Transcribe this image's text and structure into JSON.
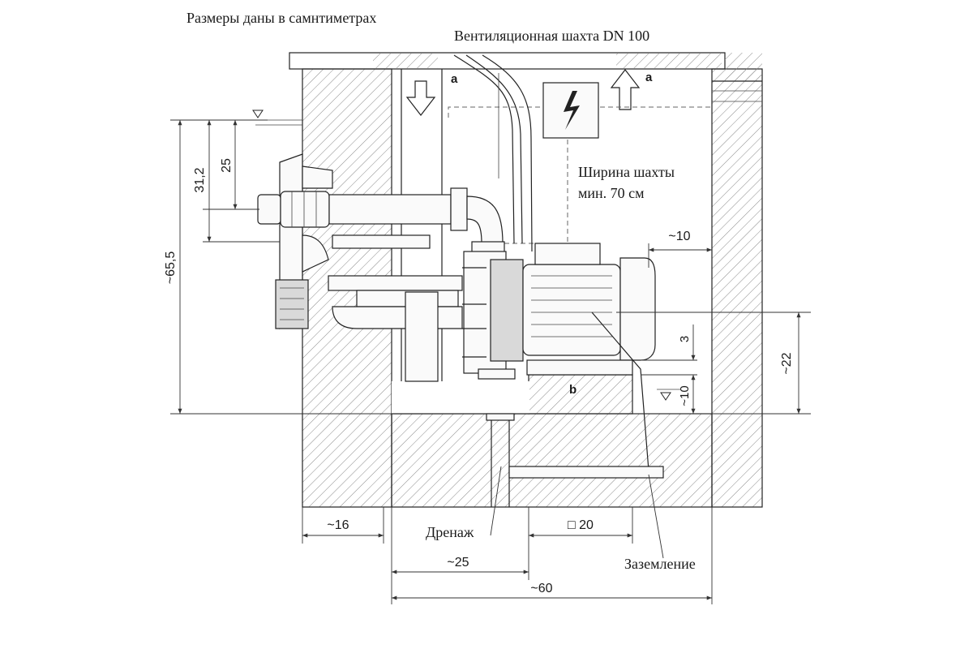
{
  "title_note": "Размеры даны в самнтиметрах",
  "labels": {
    "vent_shaft": "Вентиляционная шахта DN 100",
    "shaft_width_line1": "Ширина шахты",
    "shaft_width_line2": "мин. 70 см",
    "drainage": "Дренаж",
    "grounding": "Заземление",
    "air_a_left": "a",
    "air_a_right": "a",
    "base_b": "b"
  },
  "dimensions": {
    "d_31_2": "31,2",
    "d_25_top": "25",
    "d_65_5": "~65,5",
    "d_10_right": "~10",
    "d_3": "3",
    "d_10_lower": "~10",
    "d_22": "~22",
    "d_16": "~16",
    "d_20": "□ 20",
    "d_25_bottom": "~25",
    "d_60": "~60"
  },
  "colors": {
    "line": "#222222",
    "hatch": "#8a8a8a",
    "background": "#ffffff"
  },
  "icons": {
    "high_voltage": "high-voltage-icon",
    "air_down": "arrow-down-icon",
    "air_up": "arrow-up-icon",
    "water_level": "water-level-icon"
  }
}
